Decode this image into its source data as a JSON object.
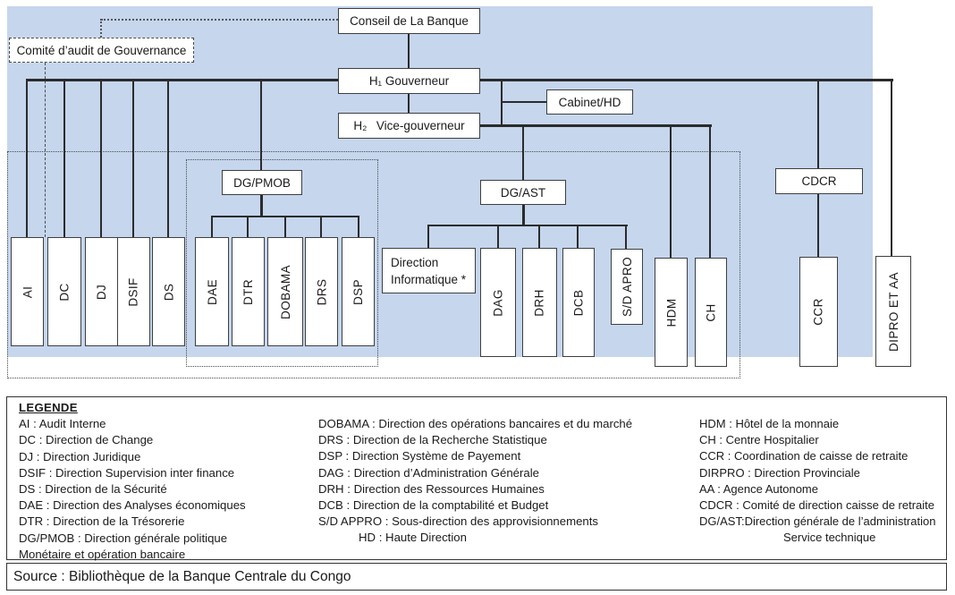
{
  "colors": {
    "background": "#c5d6ed",
    "box_border": "#3f3f3f",
    "line": "#2b2b2b"
  },
  "chart": {
    "nodes": {
      "conseil": "Conseil de La Banque",
      "comite": "Comité d’audit de Gouvernance",
      "h1": "H₁ Gouverneur",
      "h2": "H₂  Vice-gouverneur",
      "cabinet": "Cabinet/HD",
      "dgpmob": "DG/PMOB",
      "dgast": "DG/AST",
      "cdcr": "CDCR",
      "di_line1": "Direction",
      "di_line2": "Informatique *",
      "ai": "AI",
      "dc": "DC",
      "dj": "DJ",
      "dsif": "DSIF",
      "ds": "DS",
      "dae": "DAE",
      "dtr": "DTR",
      "dobama": "DOBAMA",
      "drs": "DRS",
      "dsp": "DSP",
      "dag": "DAG",
      "drh": "DRH",
      "dcb": "DCB",
      "sdapro": "S/D APRO",
      "hdm": "HDM",
      "ch": "CH",
      "ccr": "CCR",
      "dipro": "DIPRO ET AA"
    }
  },
  "legend": {
    "title": "LEGENDE",
    "col1": [
      "AI : Audit Interne",
      "DC : Direction de Change",
      "DJ : Direction Juridique",
      "DSIF : Direction Supervision inter finance",
      "DS : Direction de la Sécurité",
      "DAE : Direction des Analyses économiques",
      "DTR : Direction de la Trésorerie",
      "DG/PMOB : Direction générale politique",
      "Monétaire et opération bancaire"
    ],
    "col2": [
      "DOBAMA : Direction des opérations bancaires et du marché",
      "DRS : Direction de la Recherche Statistique",
      "DSP : Direction Système de Payement",
      "DAG : Direction d’Administration Générale",
      "DRH : Direction des Ressources Humaines",
      "DCB : Direction de la comptabilité et Budget",
      "S/D APPRO : Sous-direction des approvisionnements",
      "HD : Haute Direction"
    ],
    "col3": [
      "HDM : Hôtel de la monnaie",
      "CH : Centre Hospitalier",
      "CCR : Coordination de caisse de retraite",
      "DIRPRO : Direction Provinciale",
      "AA : Agence Autonome",
      "CDCR : Comité de direction caisse de retraite",
      "DG/AST:Direction générale de l’administration",
      "Service technique"
    ]
  },
  "source": "Source : Bibliothèque de la Banque Centrale du Congo"
}
